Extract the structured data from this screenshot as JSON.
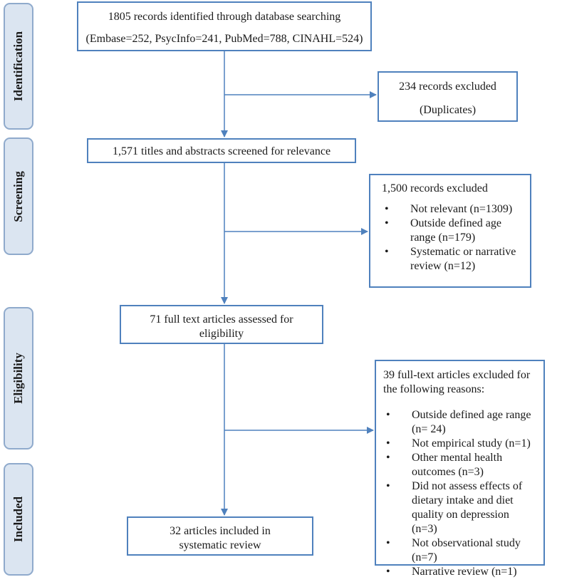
{
  "stages": {
    "identification": "Identification",
    "screening": "Screening",
    "eligibility": "Eligibility",
    "included": "Included"
  },
  "identified": {
    "line1": "1805 records identified through database searching",
    "line2": "(Embase=252, PsycInfo=241, PubMed=788, CINAHL=524)"
  },
  "duplicates_excluded": {
    "line1": "234 records excluded",
    "line2": "(Duplicates)"
  },
  "screened": {
    "text": "1,571 titles and abstracts screened for relevance"
  },
  "screening_excluded": {
    "heading": "1,500 records excluded",
    "items": [
      "Not relevant (n=1309)",
      "Outside defined age range (n=179)",
      "Systematic or narrative review (n=12)"
    ]
  },
  "eligibility_assessed": {
    "text": "71 full text articles assessed for eligibility"
  },
  "fulltext_excluded": {
    "heading": "39 full-text articles excluded for the following reasons:",
    "items": [
      "Outside defined age range (n= 24)",
      "Not empirical study (n=1)",
      "Other mental health outcomes (n=3)",
      "Did not assess effects of dietary intake and diet quality on depression (n=3)",
      "Not observational study (n=7)",
      "Narrative review (n=1)"
    ]
  },
  "included": {
    "text": "32 articles included in systematic review"
  },
  "colors": {
    "box_border": "#4f81bd",
    "side_border": "#8faacc",
    "side_fill": "#dbe5f1",
    "arrow": "#4f81bd"
  }
}
